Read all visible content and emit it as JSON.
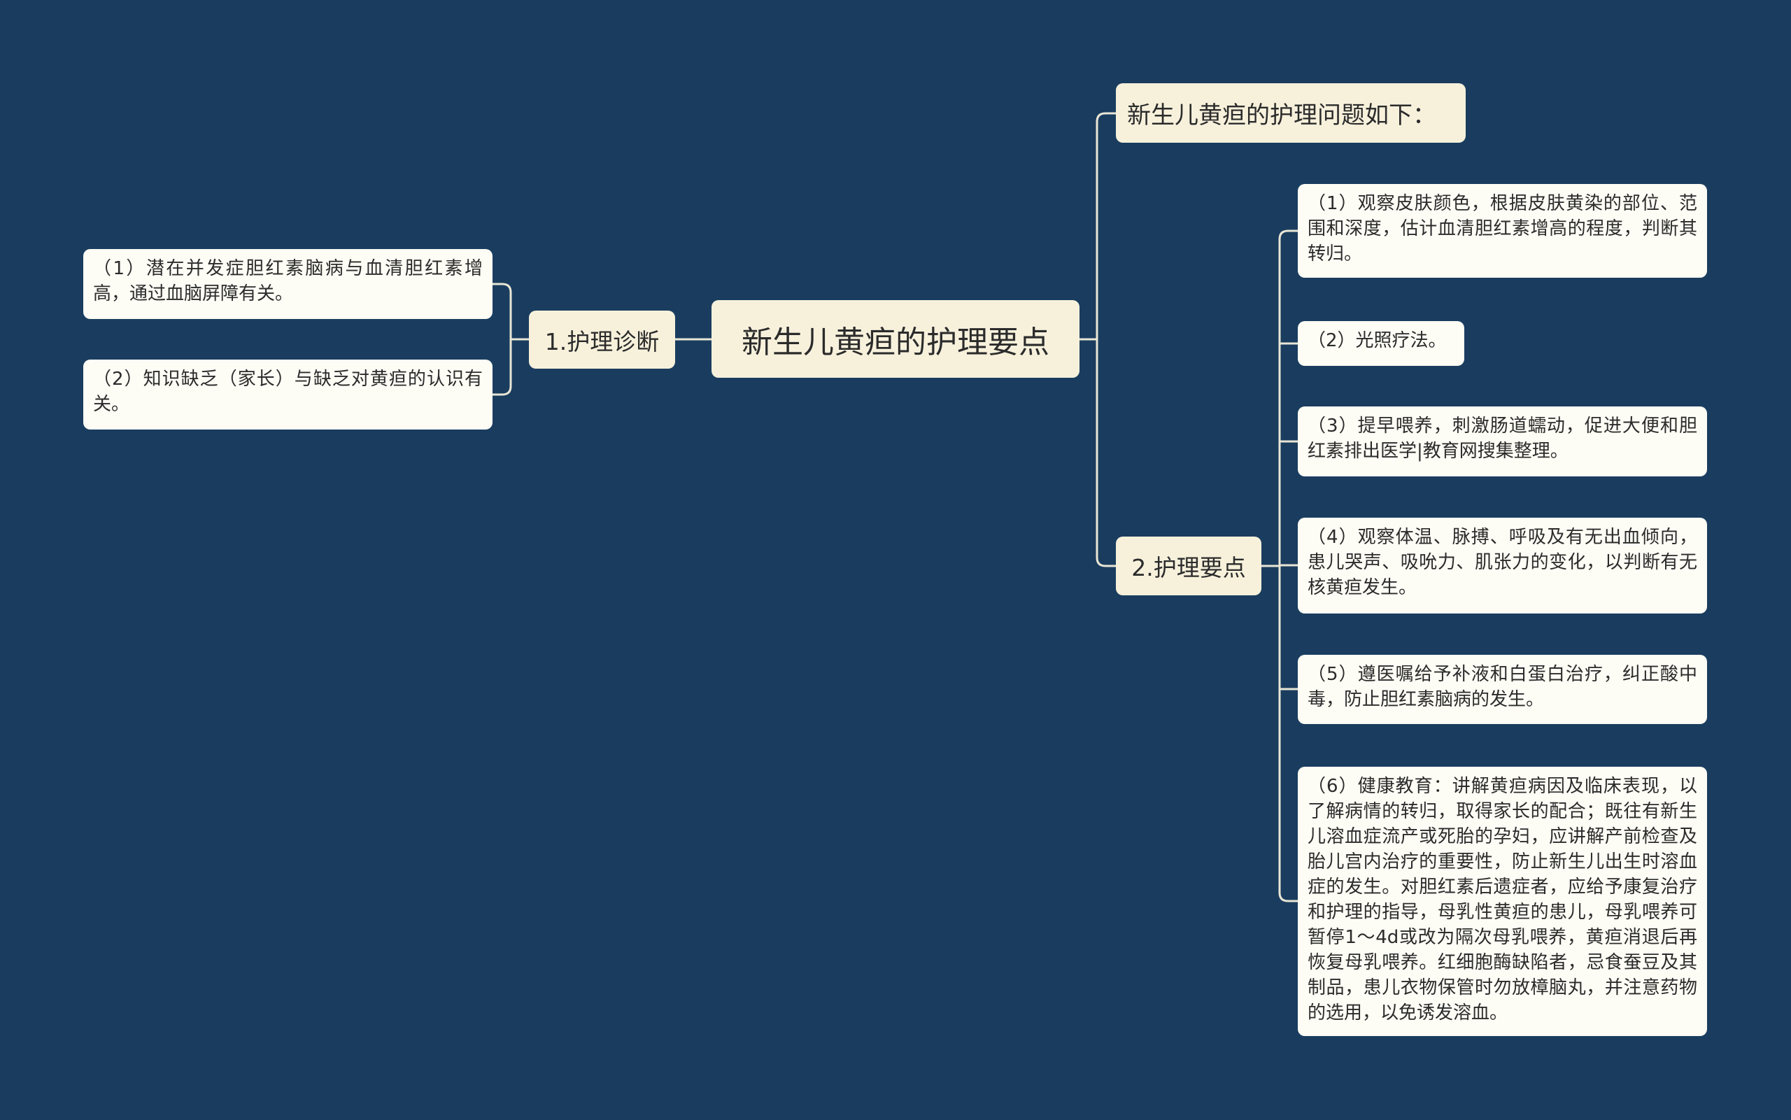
{
  "root": {
    "label": "新生儿黄疸的护理要点"
  },
  "left_branch": {
    "label": "1.护理诊断",
    "items": [
      "（1）潜在并发症胆红素脑病与血清胆红素增高，通过血脑屏障有关。",
      "（2）知识缺乏（家长）与缺乏对黄疸的认识有关。"
    ]
  },
  "right_title": {
    "label": "新生儿黄疸的护理问题如下："
  },
  "right_branch": {
    "label": "2.护理要点",
    "items": [
      "（1）观察皮肤颜色，根据皮肤黄染的部位、范围和深度，估计血清胆红素增高的程度，判断其转归。",
      "（2）光照疗法。",
      "（3）提早喂养，刺激肠道蠕动，促进大便和胆红素排出医学|教育网搜集整理。",
      "（4）观察体温、脉搏、呼吸及有无出血倾向，患儿哭声、吸吮力、肌张力的变化，以判断有无核黄疸发生。",
      "（5）遵医嘱给予补液和白蛋白治疗，纠正酸中毒，防止胆红素脑病的发生。",
      "（6）健康教育：讲解黄疸病因及临床表现，以了解病情的转归，取得家长的配合；既往有新生儿溶血症流产或死胎的孕妇，应讲解产前检查及胎儿宫内治疗的重要性，防止新生儿出生时溶血症的发生。对胆红素后遗症者，应给予康复治疗和护理的指导，母乳性黄疸的患儿，母乳喂养可暂停1～4d或改为隔次母乳喂养，黄疸消退后再恢复母乳喂养。红细胞酶缺陷者，忌食蚕豆及其制品，患儿衣物保管时勿放樟脑丸，并注意药物的选用，以免诱发溶血。"
    ]
  },
  "colors": {
    "background": "#1a3d5f",
    "node": "#f7f1dc",
    "leaf": "#fdfcf5",
    "link": "#e9e6d6"
  }
}
